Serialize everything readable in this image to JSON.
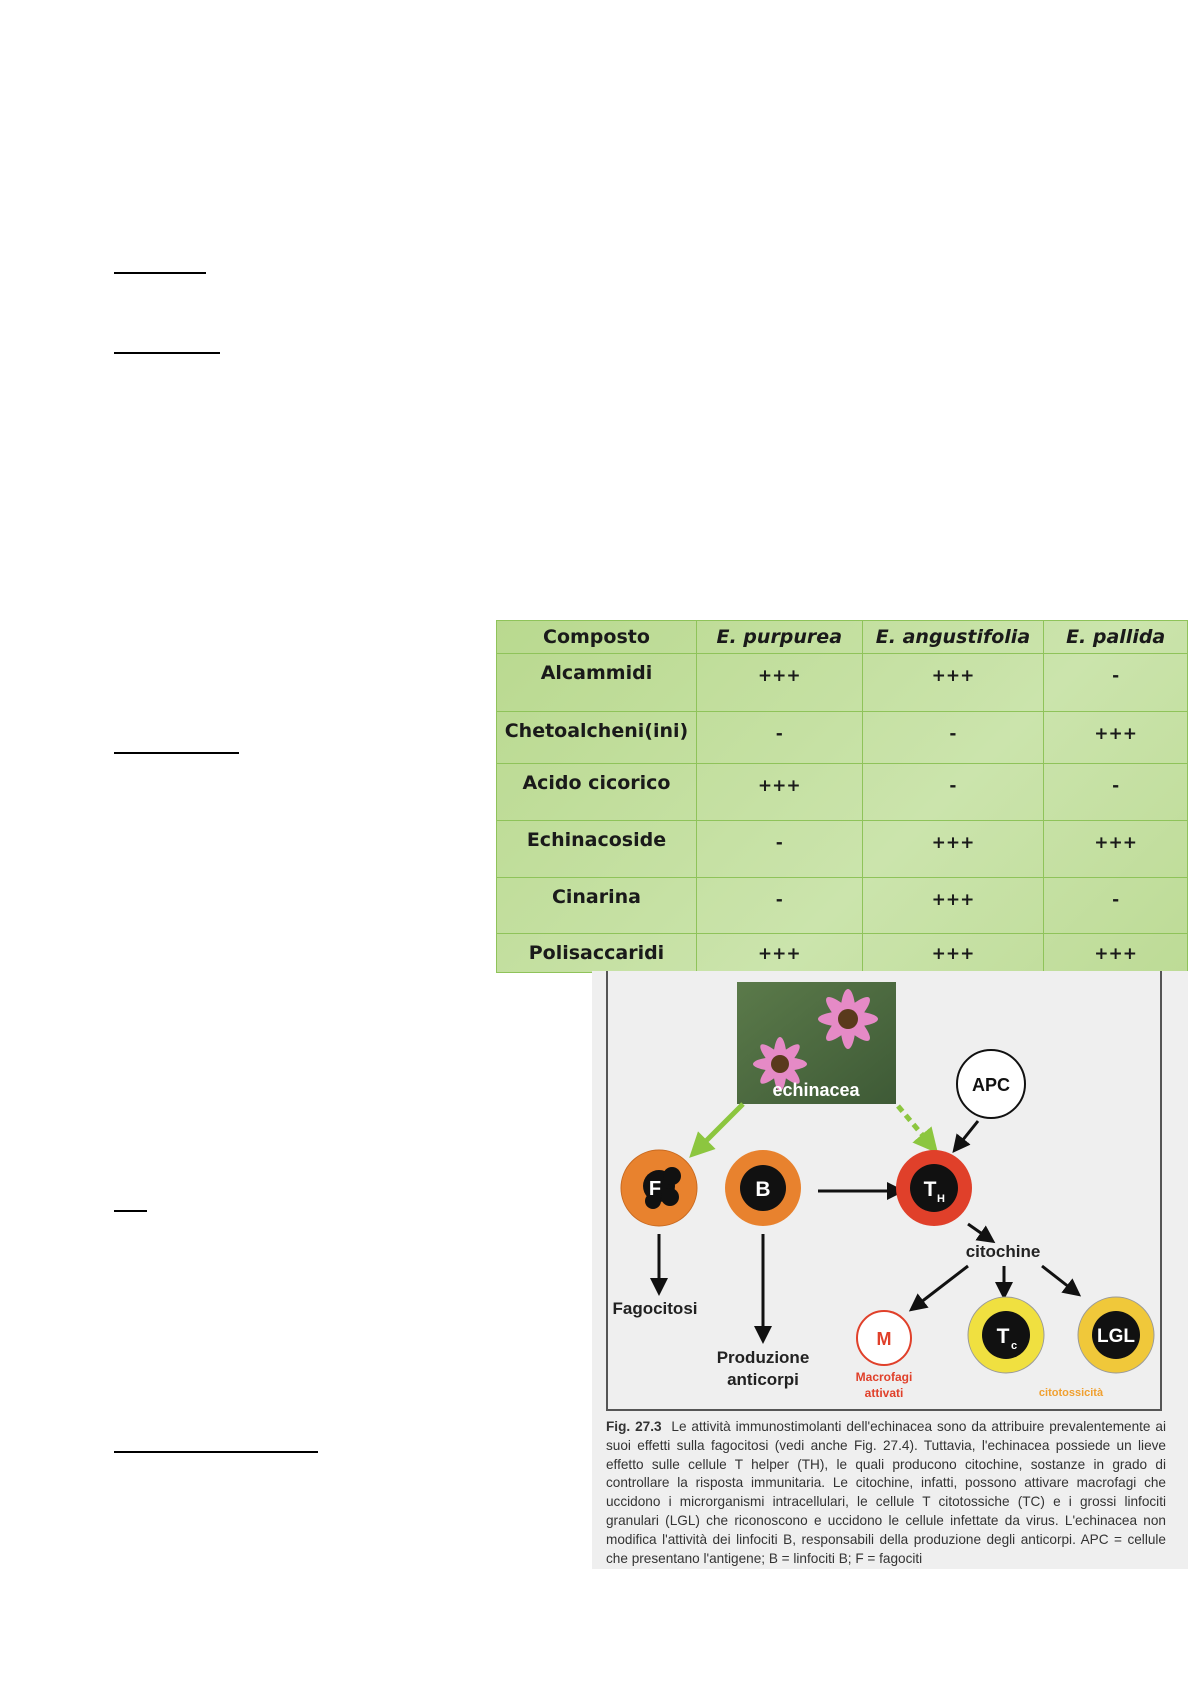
{
  "table": {
    "headers": [
      "Composto",
      "E. purpurea",
      "E. angustifolia",
      "E. pallida"
    ],
    "rows": [
      [
        "Alcammidi",
        "+++",
        "+++",
        "-"
      ],
      [
        "Chetoalcheni(ini)",
        "-",
        "-",
        "+++"
      ],
      [
        "Acido cicorico",
        "+++",
        "-",
        "-"
      ],
      [
        "Echinacoside",
        "-",
        "+++",
        "+++"
      ],
      [
        "Cinarina",
        "-",
        "+++",
        "-"
      ],
      [
        "Polisaccaridi",
        "+++",
        "+++",
        "+++"
      ]
    ]
  },
  "figure": {
    "photo_label": "echinacea",
    "nodes": {
      "apc": "APC",
      "f": "F",
      "b": "B",
      "th": "T",
      "th_sub": "H",
      "m": "M",
      "tc": "T",
      "tc_sub": "c",
      "lgl": "LGL"
    },
    "labels": {
      "citochine": "citochine",
      "fagocitosi": "Fagocitosi",
      "produzione_1": "Produzione",
      "produzione_2": "anticorpi",
      "macrofagi_1": "Macrofagi",
      "macrofagi_2": "attivati",
      "citotossicita": "citotossicità"
    },
    "colors": {
      "green_arrow": "#8cc63f",
      "orange": "#e8822e",
      "red": "#e0402a",
      "yellow": "#f0d23a"
    },
    "caption_label": "Fig. 27.3",
    "caption_text": "Le attività immunostimolanti dell'echinacea sono da attribuire prevalentemente ai suoi effetti sulla fagocitosi (vedi anche Fig. 27.4). Tuttavia, l'echinacea possiede un lieve effetto sulle cellule T helper (TH), le quali producono citochine, sostanze in grado di controllare la risposta immunitaria. Le citochine, infatti, possono attivare macrofagi che uccidono i microrganismi intracellulari, le cellule T citotossiche (TC) e i grossi linfociti granulari (LGL) che riconoscono e uccidono le cellule infettate da virus. L'echinacea non modifica l'attività dei linfociti B, responsabili della produzione degli anticorpi. APC = cellule che presentano l'antigene; B = linfociti B; F = fagociti"
  }
}
